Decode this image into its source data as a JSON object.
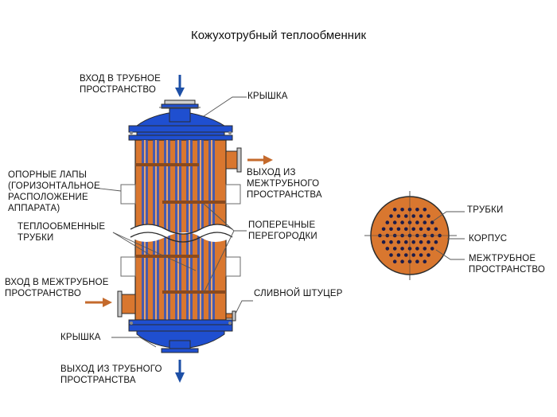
{
  "title": "Кожухотрубный теплообменник",
  "colors": {
    "shell_blue": "#1f4fd0",
    "tube_orange": "#d9772f",
    "flow_arrow_blue": "#1d4fa6",
    "flow_arrow_orange": "#c46a2c",
    "outline": "#5a5a5a"
  },
  "labels": {
    "tube_inlet": [
      "ВХОД В ТРУБНОЕ",
      "ПРОСТРАНСТВО"
    ],
    "cover_top": [
      "КРЫШКА"
    ],
    "shell_outlet": [
      "ВЫХОД ИЗ",
      "МЕЖТРУБНОГО",
      "ПРОСТРАНСТВА"
    ],
    "support_legs": [
      "ОПОРНЫЕ ЛАПЫ",
      "(ГОРИЗОНТАЛЬНОЕ",
      "РАСПОЛОЖЕНИЕ",
      "АППАРАТА)"
    ],
    "heat_tubes": [
      "ТЕПЛООБМЕННЫЕ",
      "ТРУБКИ"
    ],
    "baffles": [
      "ПОПЕРЕЧНЫЕ",
      "ПЕРЕГОРОДКИ"
    ],
    "shell_inlet": [
      "ВХОД В МЕЖТРУБНОЕ",
      "ПРОСТРАНСТВО"
    ],
    "drain": [
      "СЛИВНОЙ ШТУЦЕР"
    ],
    "cover_bottom": [
      "КРЫШКА"
    ],
    "tube_outlet": [
      "ВЫХОД ИЗ ТРУБНОГО",
      "ПРОСТРАНСТВА"
    ],
    "section_tubes": [
      "ТРУБКИ"
    ],
    "section_shell": [
      "КОРПУС"
    ],
    "section_intertube": [
      "МЕЖТРУБНОЕ",
      "ПРОСТРАНСТВО"
    ]
  }
}
